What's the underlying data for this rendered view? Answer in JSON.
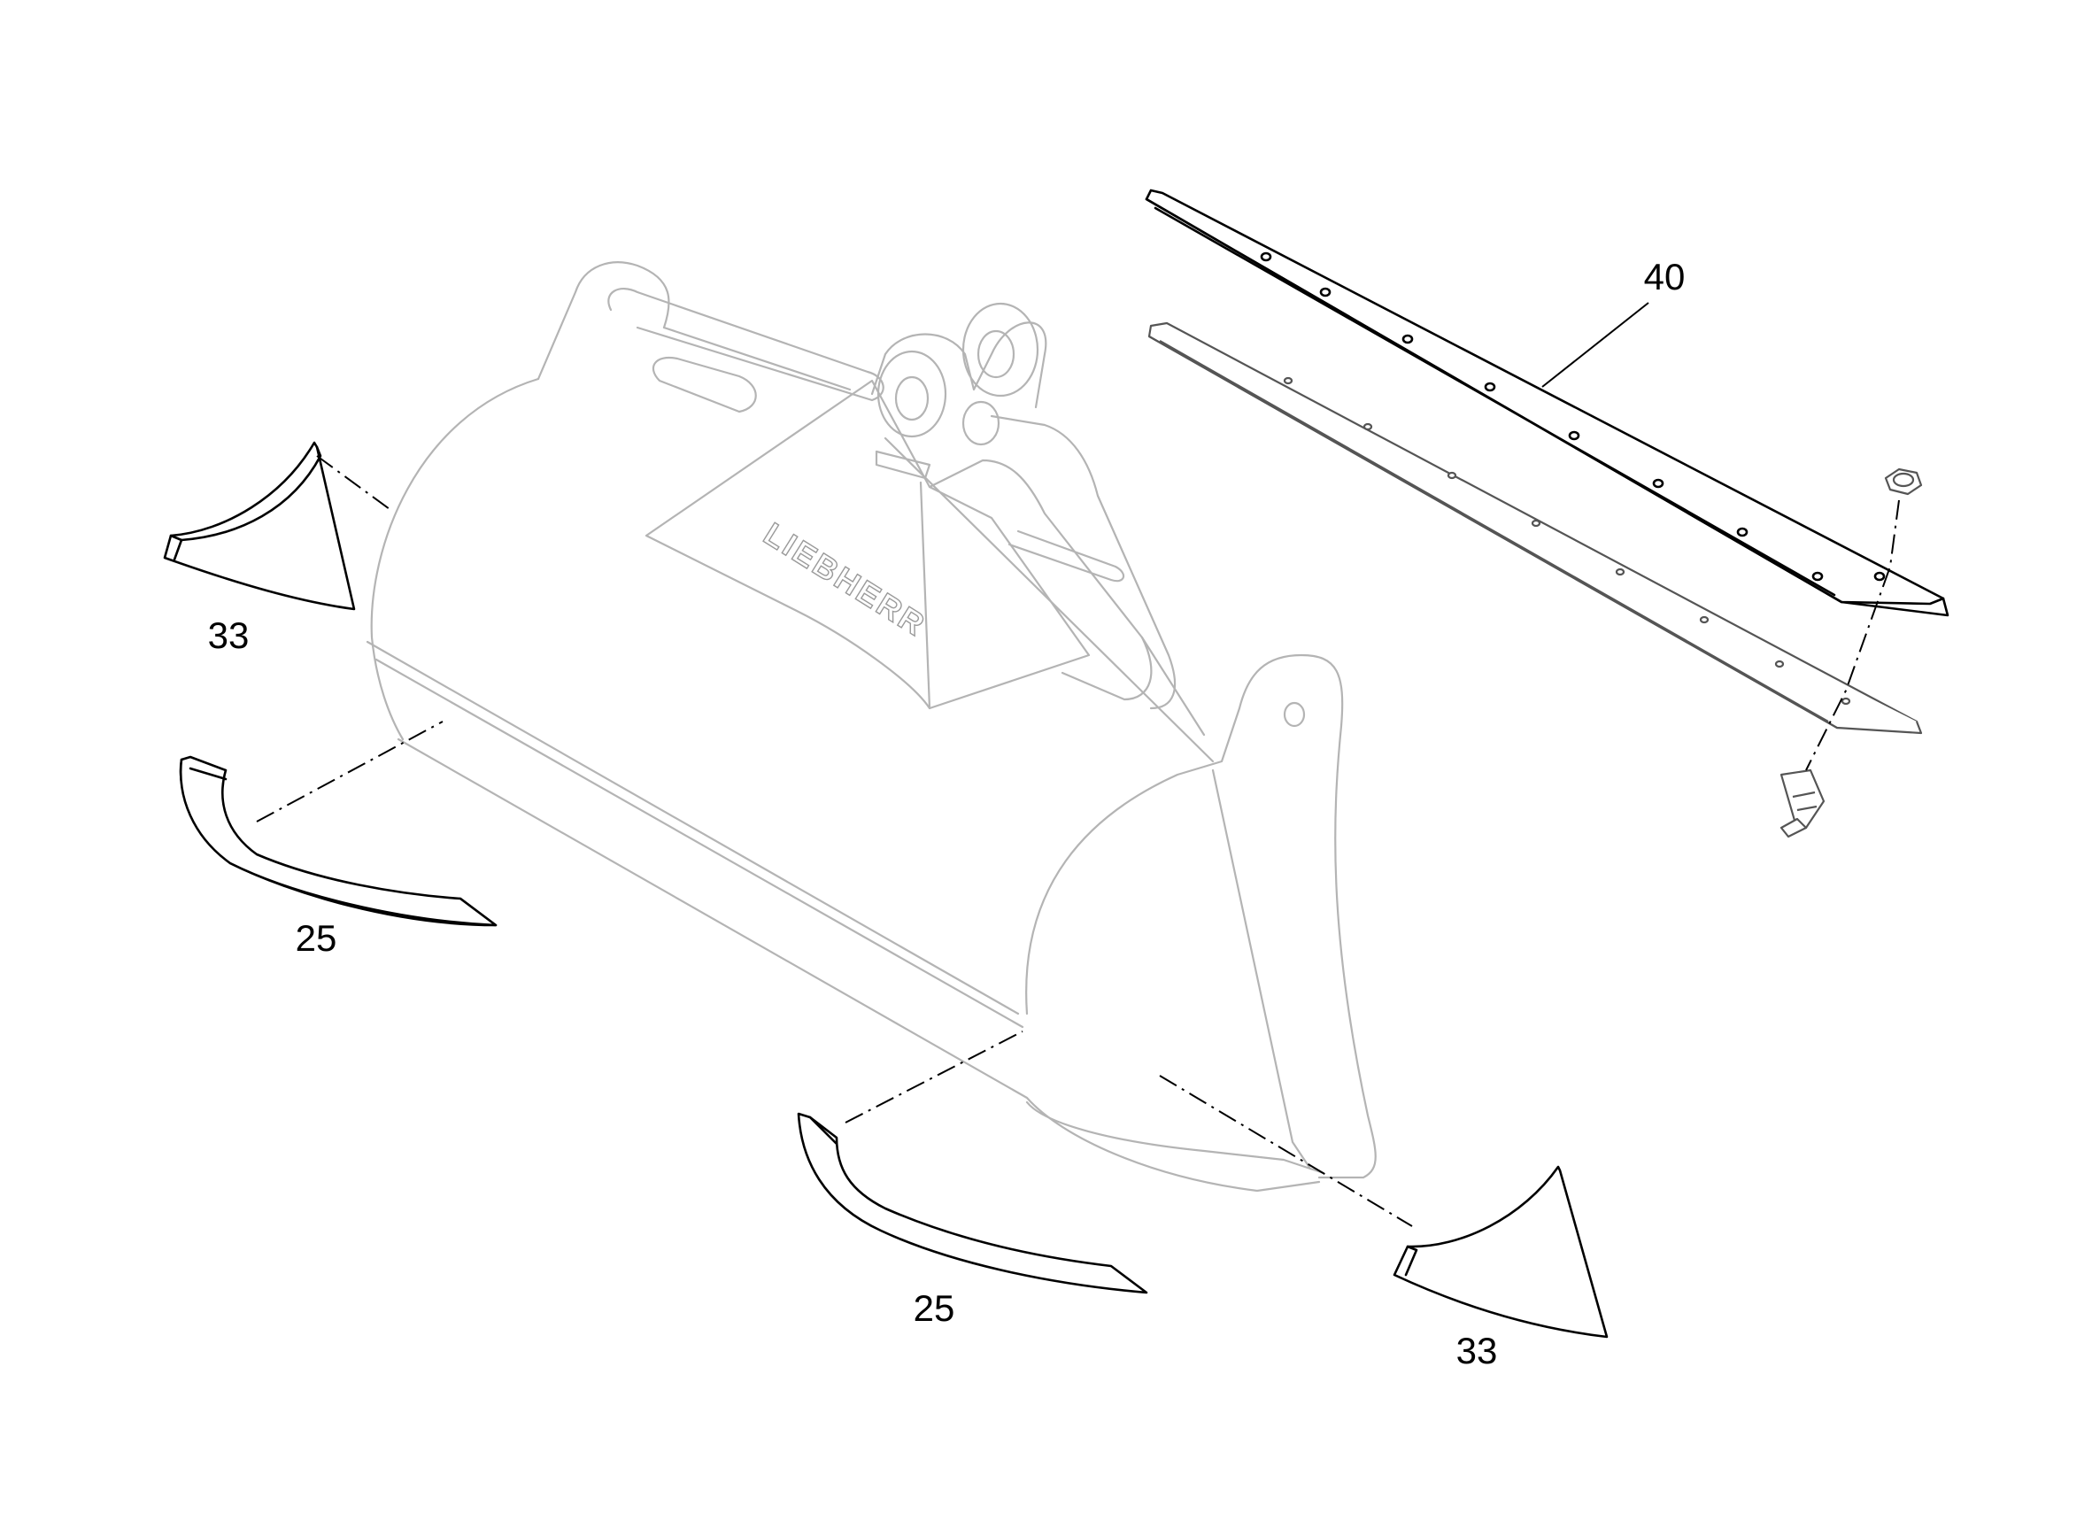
{
  "diagram": {
    "brand_text": "LIEBHERR",
    "callouts": {
      "c40": "40",
      "c33_left": "33",
      "c25_left": "25",
      "c25_bottom": "25",
      "c33_right": "33"
    },
    "colors": {
      "line": "#000000",
      "ghost": "#b4b4b4",
      "background": "#ffffff"
    }
  }
}
